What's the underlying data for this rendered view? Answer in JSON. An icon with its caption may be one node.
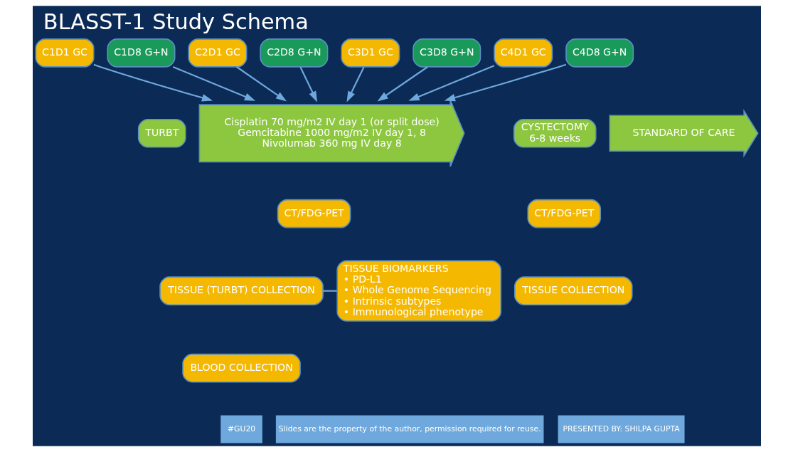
{
  "diagram": {
    "title": "BLASST-1 Study Schema",
    "nodes": [
      {
        "text": [
          "C1D1 GC"
        ]
      },
      {
        "text": [
          "C1D8 G+N"
        ]
      },
      {
        "text": [
          "C2D1 GC"
        ]
      },
      {
        "text": [
          "C2D8 G+N"
        ]
      },
      {
        "text": [
          "C3D1 GC"
        ]
      },
      {
        "text": [
          "C3D8 G+N"
        ]
      },
      {
        "text": [
          "C4D1 GC"
        ]
      },
      {
        "text": [
          "C4D8 G+N"
        ]
      },
      {
        "text": [
          "TURBT"
        ]
      },
      {
        "text": [
          "Cisplatin 70 mg/m2 IV day 1 (or split dose)",
          "Gemcitabine 1000 mg/m2 IV day 1, 8",
          "Nivolumab 360 mg IV day 8"
        ]
      },
      {
        "text": [
          "CYSTECTOMY",
          "6-8 weeks"
        ]
      },
      {
        "text": [
          "STANDARD OF CARE"
        ]
      },
      {
        "text": [
          "CT/FDG-PET"
        ]
      },
      {
        "text": [
          "TISSUE (TURBT) COLLECTION"
        ]
      },
      {
        "text": [
          "BLOOD COLLECTION"
        ]
      },
      {
        "text": [
          "TISSUE BIOMARKERS",
          "• PD-L1",
          "• Whole Genome Sequencing",
          "• Intrinsic subtypes",
          "• Immunological phenotype"
        ]
      },
      {
        "text": [
          "CT/FDG-PET"
        ]
      },
      {
        "text": [
          "TISSUE COLLECTION"
        ]
      }
    ],
    "edges": [
      {
        "from": 0,
        "to": 9,
        "arrow": "to"
      },
      {
        "from": 1,
        "to": 9,
        "arrow": "to"
      },
      {
        "from": 2,
        "to": 9,
        "arrow": "to"
      },
      {
        "from": 3,
        "to": 9,
        "arrow": "to"
      },
      {
        "from": 4,
        "to": 9,
        "arrow": "to"
      },
      {
        "from": 5,
        "to": 9,
        "arrow": "to"
      },
      {
        "from": 6,
        "to": 9,
        "arrow": "to"
      },
      {
        "from": 7,
        "to": 9,
        "arrow": "to"
      },
      {
        "from": 13,
        "to": 15,
        "arrow": "none"
      }
    ],
    "labels": [
      "#GU20",
      "Slides are the property of the author, permission required for reuse.",
      "PRESENTED BY: SHILPA GUPTA"
    ]
  }
}
